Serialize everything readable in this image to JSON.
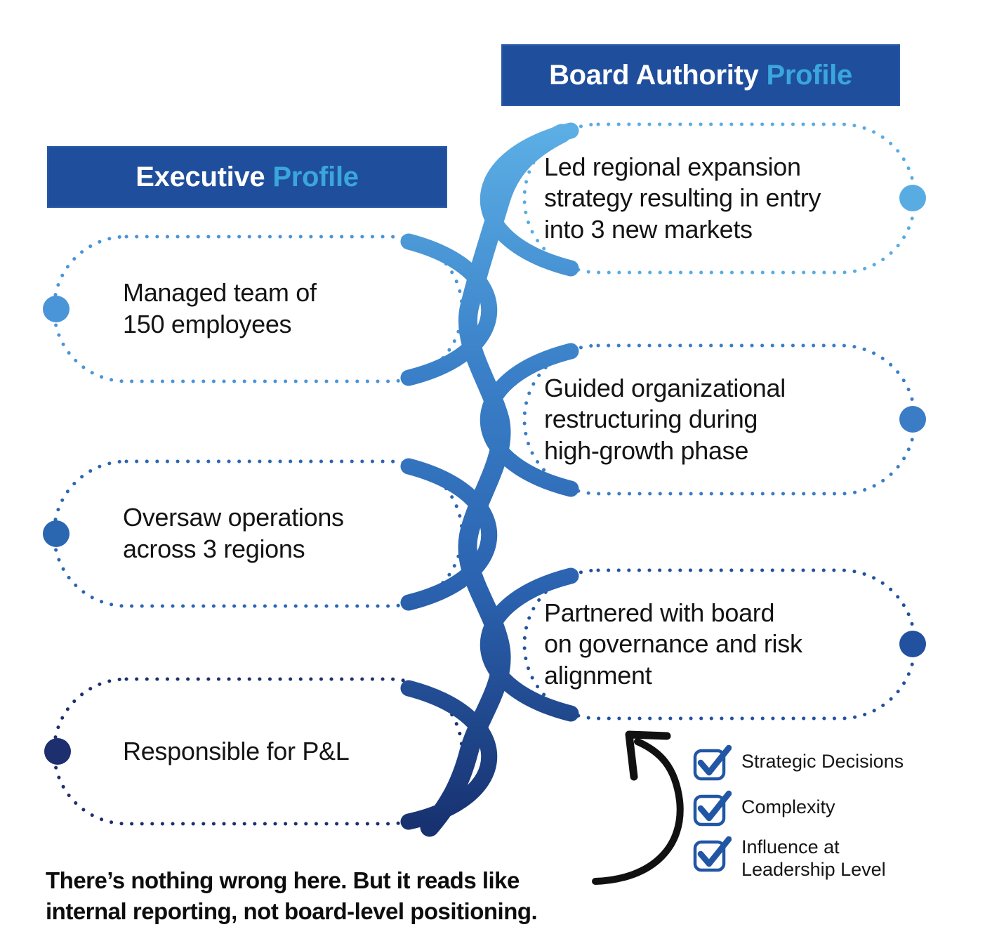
{
  "title_banners": {
    "executive": {
      "text": "Executive",
      "highlight": "Profile"
    },
    "board": {
      "text": "Board Authority",
      "highlight": "Profile"
    }
  },
  "executive_items": [
    {
      "text": "Managed team of\n150 employees",
      "color": "#4a94d8"
    },
    {
      "text": "Oversaw operations\nacross 3 regions",
      "color": "#2b66b1"
    },
    {
      "text": "Responsible for P&L",
      "color": "#1d2f6e"
    }
  ],
  "board_items": [
    {
      "text": "Led regional expansion\nstrategy resulting in entry\ninto 3 new markets",
      "color": "#58ace2"
    },
    {
      "text": "Guided organizational\nrestructuring during\nhigh-growth phase",
      "color": "#3a7cc6"
    },
    {
      "text": "Partnered with board\non governance and risk\nalignment",
      "color": "#21519f"
    }
  ],
  "checklist": {
    "check_color": "#2156a5",
    "items": [
      {
        "label": "Strategic Decisions"
      },
      {
        "label": "Complexity"
      },
      {
        "label": "Influence at\nLeadership Level"
      }
    ]
  },
  "caption": {
    "text": "There’s nothing wrong here. But it reads like\ninternal reporting, not board-level positioning."
  },
  "colors": {
    "banner_bg": "#1f4e9c",
    "banner_highlight": "#3aa6dc",
    "spine_top": "#5db0e6",
    "spine_mid_1": "#3a80c8",
    "spine_mid_2": "#2b63b0",
    "spine_bottom": "#17306e",
    "arrow": "#111111",
    "text": "#141414"
  }
}
